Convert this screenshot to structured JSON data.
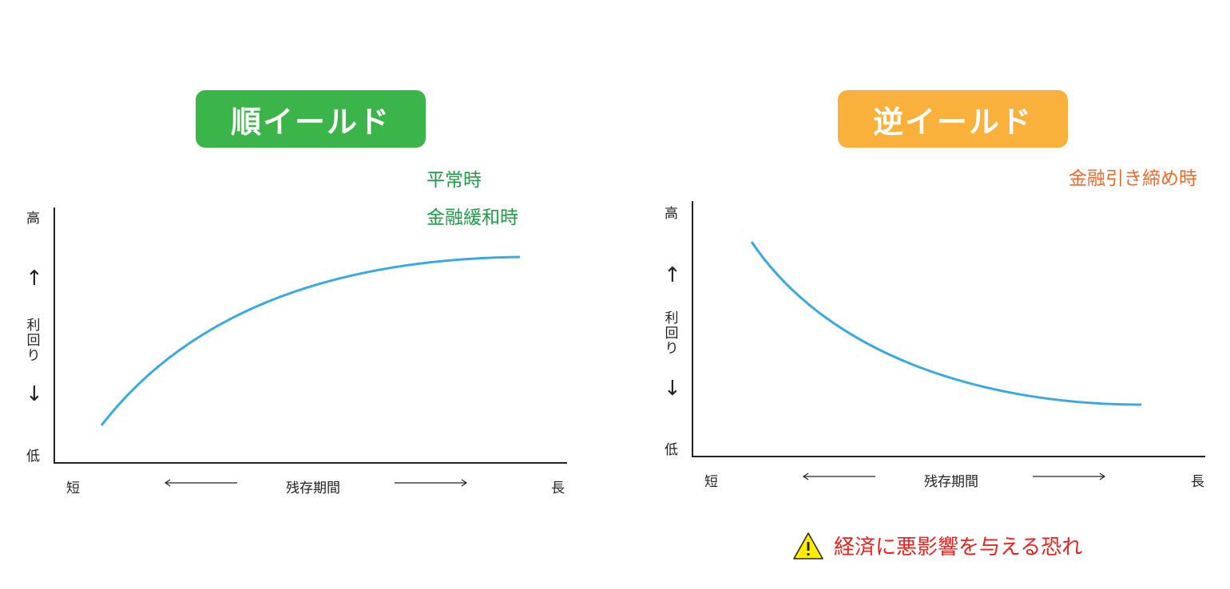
{
  "colors": {
    "normal_badge": "#3BB54A",
    "inverse_badge": "#F9B13C",
    "normal_note": "#1F9A45",
    "inverse_note": "#EE6A2B",
    "curve": "#3AA9DF",
    "axis": "#222222",
    "warning_text": "#E8231F",
    "warning_icon_fill": "#FFEE00"
  },
  "left_panel": {
    "title": "順イールド",
    "notes": [
      "平常時",
      "金融緩和時"
    ],
    "y_high": "高",
    "y_label": "利回り",
    "y_low": "低",
    "x_short": "短",
    "x_label": "残存期間",
    "x_long": "長"
  },
  "right_panel": {
    "title": "逆イールド",
    "note": "金融引き締め時",
    "y_high": "高",
    "y_label": "利回り",
    "y_low": "低",
    "x_short": "短",
    "x_label": "残存期間",
    "x_long": "長"
  },
  "warning": {
    "icon": "warning-triangle-icon",
    "text": "経済に悪影響を与える恐れ"
  },
  "icons": {
    "up_arrow": "↑",
    "down_arrow": "↓"
  }
}
